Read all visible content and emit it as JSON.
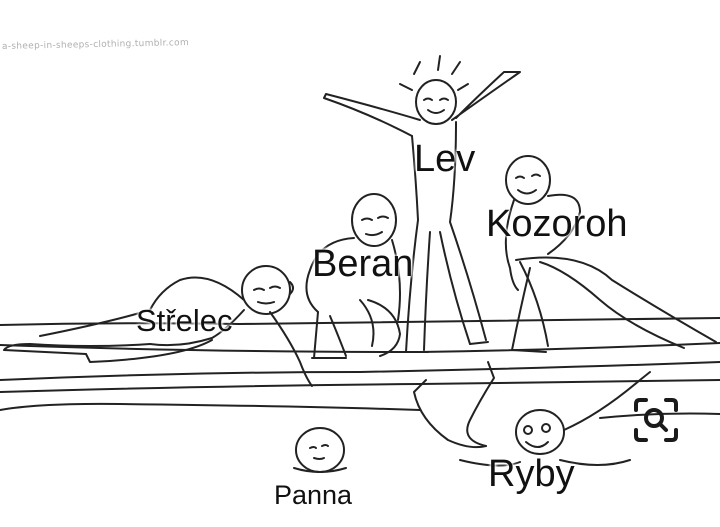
{
  "watermark": "a-sheep-in-sheeps-clothing.tumblr.com",
  "labels": {
    "lev": "Lev",
    "kozoroh": "Kozoroh",
    "beran": "Beran",
    "strelec": "Střelec",
    "panna": "Panna",
    "ryby": "Ryby"
  },
  "colors": {
    "ink": "#111111",
    "paper": "#ffffff"
  },
  "icons": {
    "search": "visual-search-lens-icon"
  }
}
